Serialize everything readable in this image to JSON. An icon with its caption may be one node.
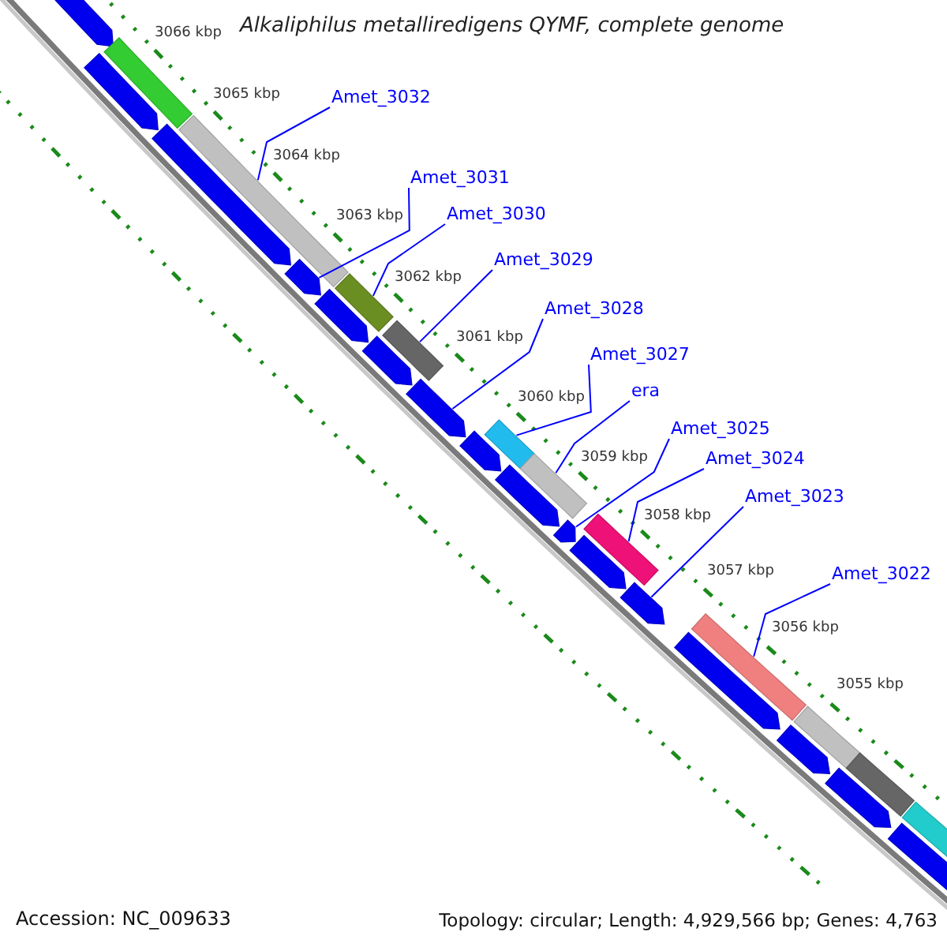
{
  "diagram": {
    "title": "Alkaliphilus metalliredigens QYMF, complete genome",
    "nodes": [
      {
        "text": [
          "Amet_3032"
        ]
      },
      {
        "text": [
          "Amet_3031"
        ]
      },
      {
        "text": [
          "Amet_3030"
        ]
      },
      {
        "text": [
          "Amet_3029"
        ]
      },
      {
        "text": [
          "Amet_3028"
        ]
      },
      {
        "text": [
          "Amet_3027"
        ]
      },
      {
        "text": [
          "era"
        ]
      },
      {
        "text": [
          "Amet_3025"
        ]
      },
      {
        "text": [
          "Amet_3024"
        ]
      },
      {
        "text": [
          "Amet_3023"
        ]
      },
      {
        "text": [
          "Amet_3022"
        ]
      },
      {
        "text": [],
        "shape": "pentagon"
      },
      {
        "text": [],
        "shape": "pentagon"
      },
      {
        "text": [],
        "shape": "bar"
      },
      {
        "text": [],
        "shape": "pentagon"
      },
      {
        "text": [],
        "shape": "bar"
      },
      {
        "text": [],
        "shape": "pentagon"
      },
      {
        "text": [],
        "shape": "pentagon"
      },
      {
        "text": [],
        "shape": "bar"
      },
      {
        "text": [],
        "shape": "pentagon"
      },
      {
        "text": [],
        "shape": "bar"
      },
      {
        "text": [],
        "shape": "pentagon"
      },
      {
        "text": [],
        "shape": "pentagon"
      },
      {
        "text": [],
        "shape": "bar"
      },
      {
        "text": [],
        "shape": "pentagon"
      },
      {
        "text": [],
        "shape": "bar"
      },
      {
        "text": [],
        "shape": "pentagon"
      },
      {
        "text": [],
        "shape": "bar"
      },
      {
        "text": [],
        "shape": "pentagon"
      },
      {
        "text": [],
        "shape": "pentagon"
      },
      {
        "text": [],
        "shape": "pentagon"
      },
      {
        "text": [],
        "shape": "bar"
      },
      {
        "text": [],
        "shape": "pentagon"
      },
      {
        "text": [],
        "shape": "bar"
      },
      {
        "text": [],
        "shape": "pentagon"
      },
      {
        "text": [],
        "shape": "bar"
      },
      {
        "text": [],
        "shape": "pentagon"
      },
      {
        "text": [],
        "shape": "bar"
      }
    ],
    "edges": [
      {
        "from": 0,
        "to": 15,
        "arrow": "none"
      },
      {
        "from": 1,
        "to": 16,
        "arrow": "none"
      },
      {
        "from": 2,
        "to": 18,
        "arrow": "none"
      },
      {
        "from": 3,
        "to": 20,
        "arrow": "none"
      },
      {
        "from": 4,
        "to": 21,
        "arrow": "none"
      },
      {
        "from": 5,
        "to": 23,
        "arrow": "none"
      },
      {
        "from": 6,
        "to": 25,
        "arrow": "none"
      },
      {
        "from": 7,
        "to": 26,
        "arrow": "none"
      },
      {
        "from": 8,
        "to": 27,
        "arrow": "none"
      },
      {
        "from": 9,
        "to": 29,
        "arrow": "none"
      },
      {
        "from": 10,
        "to": 31,
        "arrow": "none"
      }
    ],
    "labels": [
      "3066 kbp",
      "3065 kbp",
      "3064 kbp",
      "3063 kbp",
      "3062 kbp",
      "3061 kbp",
      "3060 kbp",
      "3059 kbp",
      "3058 kbp",
      "3057 kbp",
      "3056 kbp",
      "3055 kbp",
      "Accession: NC_009633",
      "Topology: circular; Length: 4,929,566 bp; Genes: 4,763"
    ]
  }
}
